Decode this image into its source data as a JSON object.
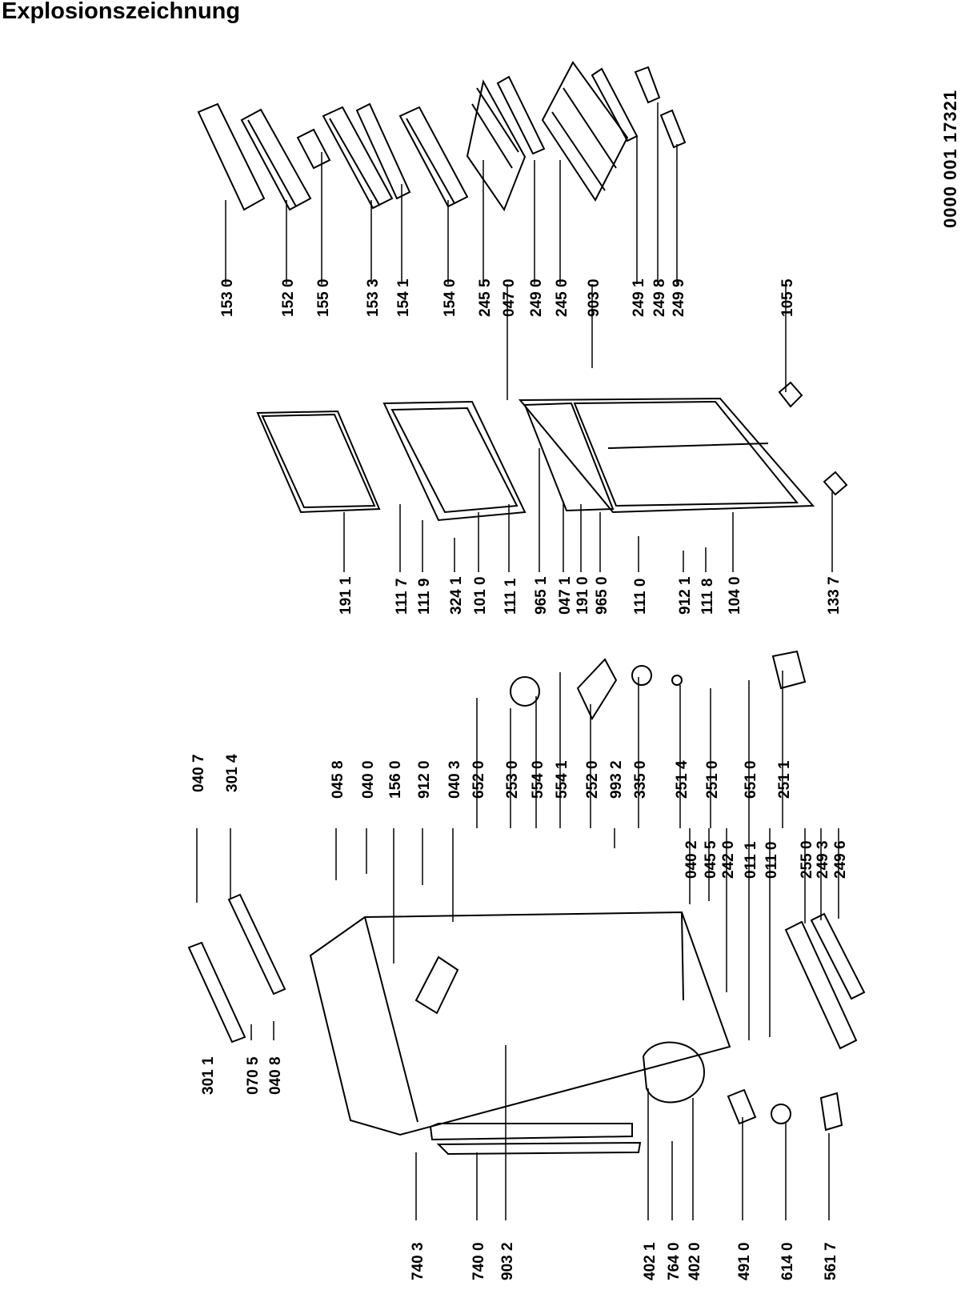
{
  "title": "Explosionszeichnung",
  "document_number": "0000 001 17321",
  "labels": {
    "p153_0": "153 0",
    "p152_0": "152 0",
    "p155_0": "155 0",
    "p153_3": "153 3",
    "p154_1": "154 1",
    "p154_0": "154 0",
    "p245_5": "245 5",
    "p047_0": "047 0",
    "p249_0": "249 0",
    "p245_0": "245 0",
    "p903_0": "903 0",
    "p249_1": "249 1",
    "p249_8": "249 8",
    "p249_9": "249 9",
    "p105_5": "105 5",
    "p191_1": "191 1",
    "p111_7": "111 7",
    "p111_9": "111 9",
    "p324_1": "324 1",
    "p101_0": "101 0",
    "p111_1": "111 1",
    "p965_1": "965 1",
    "p047_1": "047 1",
    "p191_0": "191 0",
    "p965_0": "965 0",
    "p111_0": "111 0",
    "p912_1": "912 1",
    "p111_8": "111 8",
    "p104_0": "104 0",
    "p133_7": "133 7",
    "p040_7": "040 7",
    "p301_4": "301 4",
    "p301_1": "301 1",
    "p070_5": "070 5",
    "p040_8": "040 8",
    "p045_8": "045 8",
    "p040_0": "040 0",
    "p156_0": "156 0",
    "p912_0": "912 0",
    "p040_3": "040 3",
    "p652_0": "652 0",
    "p253_0": "253 0",
    "p554_0": "554 0",
    "p554_1": "554 1",
    "p252_0": "252 0",
    "p993_2": "993 2",
    "p335_0": "335 0",
    "p251_4": "251 4",
    "p251_0": "251 0",
    "p651_0": "651 0",
    "p251_1": "251 1",
    "p040_2": "040 2",
    "p045_5": "045 5",
    "p242_0": "242 0",
    "p011_1": "011 1",
    "p011_0": "011 0",
    "p255_0": "255 0",
    "p249_3": "249 3",
    "p249_6": "249 6",
    "p740_3": "740 3",
    "p740_0": "740 0",
    "p903_2": "903 2",
    "p402_1": "402 1",
    "p764_0": "764 0",
    "p402_0": "402 0",
    "p491_0": "491 0",
    "p614_0": "614 0",
    "p561_7": "561 7"
  }
}
